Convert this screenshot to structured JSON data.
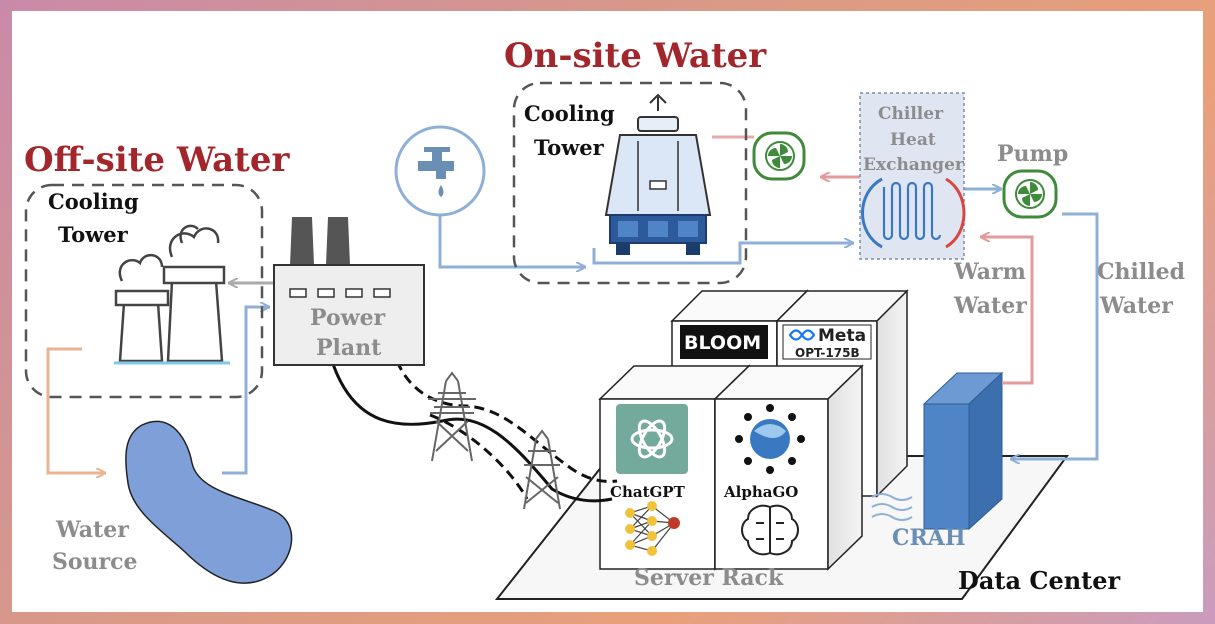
{
  "labels": {
    "onsite_title": "On-site Water",
    "offsite_title": "Off-site Water",
    "cooling_tower_onsite_1": "Cooling",
    "cooling_tower_onsite_2": "Tower",
    "cooling_tower_offsite_1": "Cooling",
    "cooling_tower_offsite_2": "Tower",
    "power_plant_1": "Power",
    "power_plant_2": "Plant",
    "chiller_1": "Chiller",
    "chiller_2": "Heat",
    "chiller_3": "Exchanger",
    "pump": "Pump",
    "warm_water_1": "Warm",
    "warm_water_2": "Water",
    "chilled_water_1": "Chilled",
    "chilled_water_2": "Water",
    "water_source_1": "Water",
    "water_source_2": "Source",
    "crah": "CRAH",
    "server_rack": "Server Rack",
    "data_center": "Data Center"
  },
  "servers": {
    "bloom": "BLOOM",
    "meta": "Meta",
    "opt": "OPT-175B",
    "chatgpt": "ChatGPT",
    "alphago": "AlphaGO"
  },
  "colors": {
    "title_red": "#a2262b",
    "warm_pipe": "#e39a9a",
    "chilled_pipe": "#8fb0d6",
    "offsite_pipe": "#e8b493",
    "water_body": "#7f9fd8",
    "pump_green": "#3f8b3b",
    "crah_blue": "#4f84c7"
  },
  "icons": [
    "faucet-icon",
    "fan-icon",
    "transmission-tower-icon",
    "openai-logo-icon",
    "neural-network-icon",
    "brain-icon",
    "meta-infinity-icon"
  ]
}
